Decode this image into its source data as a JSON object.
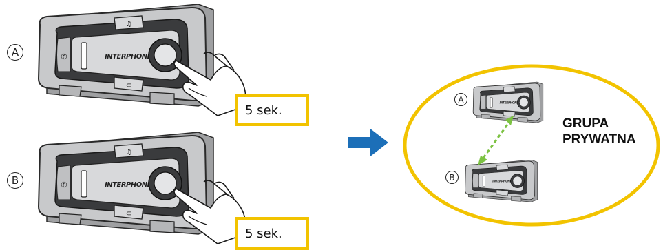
{
  "devices": [
    {
      "label": "A",
      "brand": "INTERPHONE",
      "hold_time": "5 sek."
    },
    {
      "label": "B",
      "brand": "INTERPHONE",
      "hold_time": "5 sek."
    }
  ],
  "result": {
    "group_line1": "GRUPA",
    "group_line2": "PRYWATNA",
    "devices": [
      {
        "label": "A"
      },
      {
        "label": "B"
      }
    ]
  },
  "colors": {
    "highlight": "#f2c300",
    "arrow": "#1c6fb8",
    "link": "#7cc242",
    "device_body": "#c8c9cb",
    "device_dark": "#3a3b3d"
  },
  "icons": [
    "music-icon",
    "phone-icon",
    "hand-pointer-icon",
    "right-arrow-icon",
    "dashed-link-icon"
  ]
}
